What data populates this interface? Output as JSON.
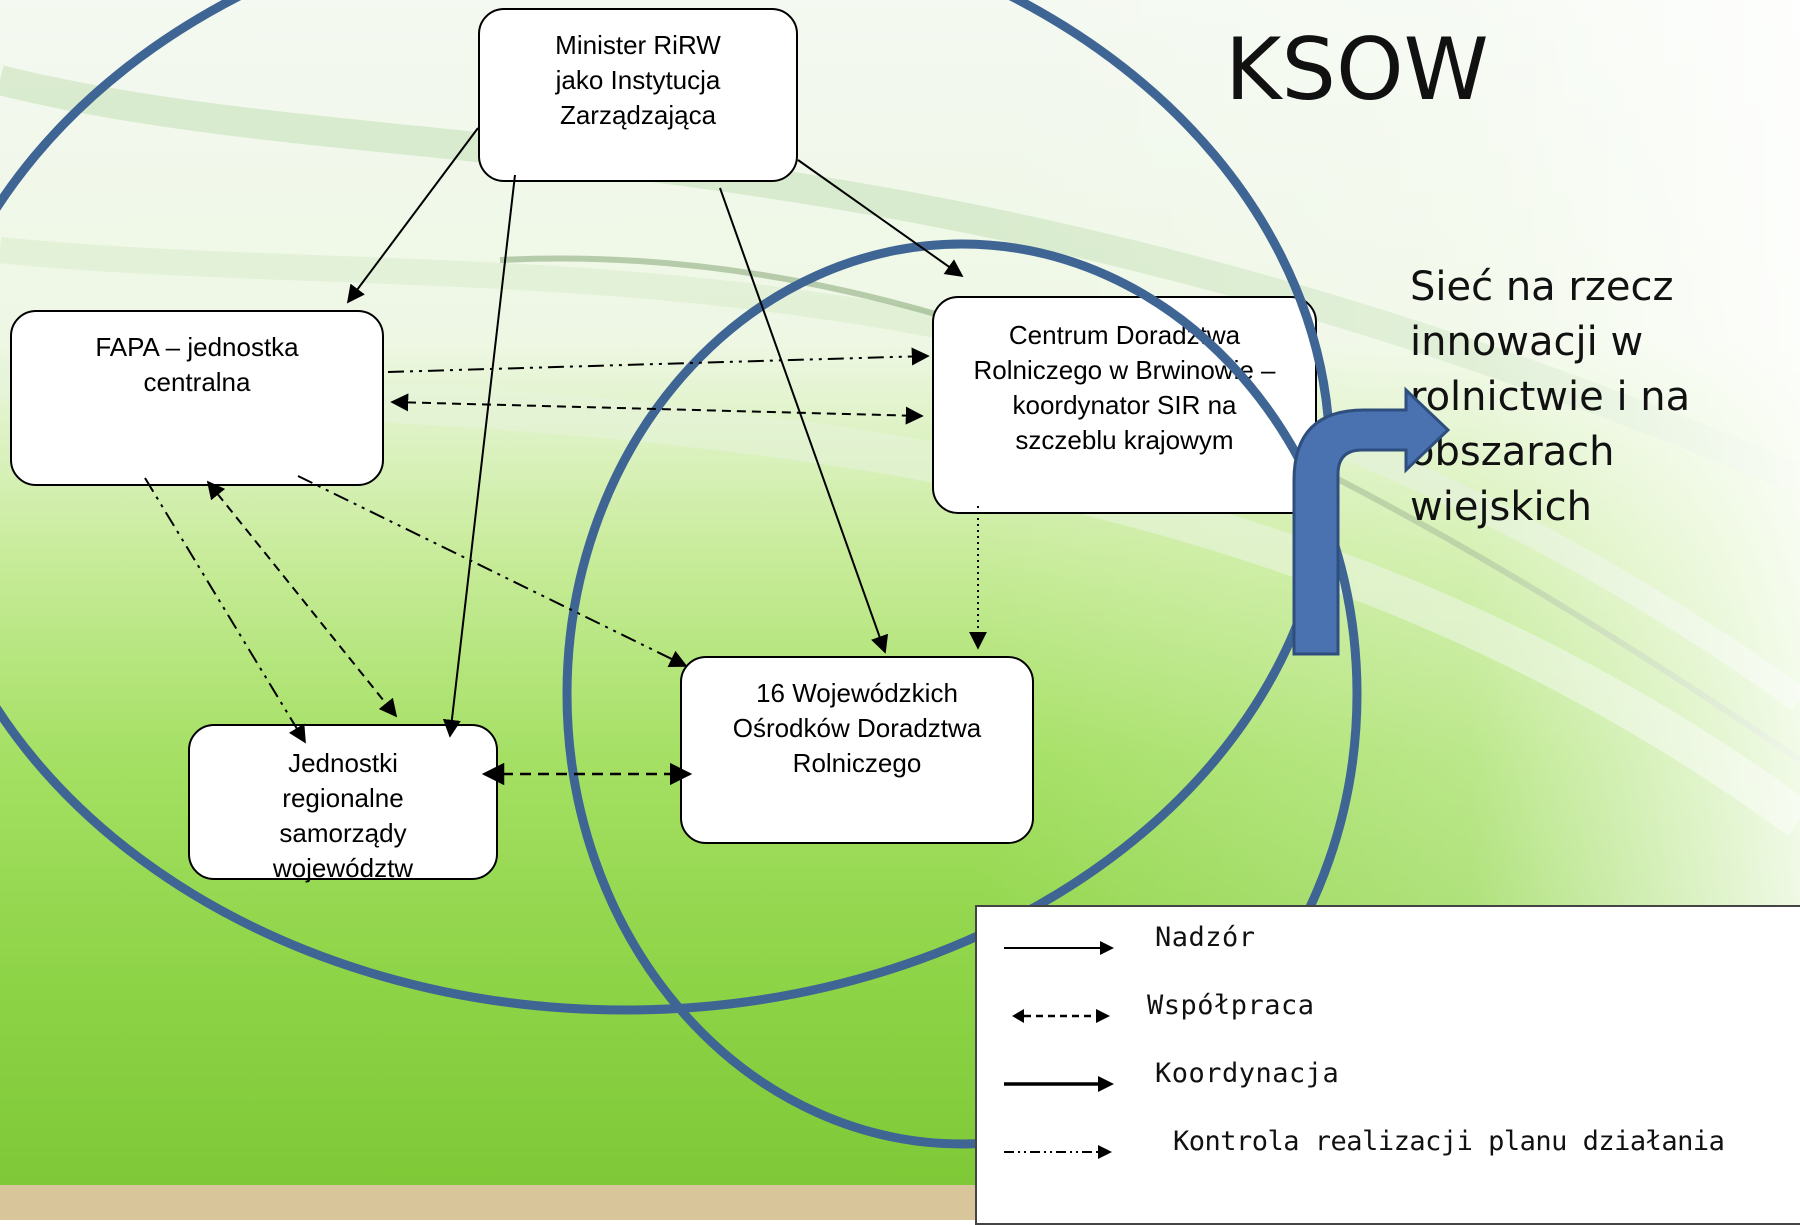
{
  "title": "KSOW",
  "network_label": "Sieć na rzecz innowacji w rolnictwie i na obszarach wiejskich",
  "nodes": {
    "minister": "Minister RiRW jako Instytucja Zarządzająca",
    "fapa": "FAPA – jednostka centralna",
    "cdr": "Centrum Doradztwa Rolniczego w Brwinowie – koordynator SIR na szczeblu krajowym",
    "wodr": "16 Wojewódzkich Ośrodków Doradztwa Rolniczego",
    "regional": "Jednostki regionalne samorządy województw"
  },
  "legend": {
    "supervision": "Nadzór",
    "cooperation": "Współpraca",
    "coordination": "Koordynacja",
    "control": "Kontrola realizacji planu działania"
  },
  "colors": {
    "ellipse": "#3f6594",
    "arrow_fill": "#4a72b0",
    "arrow_stroke": "#2e4f7e",
    "background_green": "#8ed447"
  }
}
